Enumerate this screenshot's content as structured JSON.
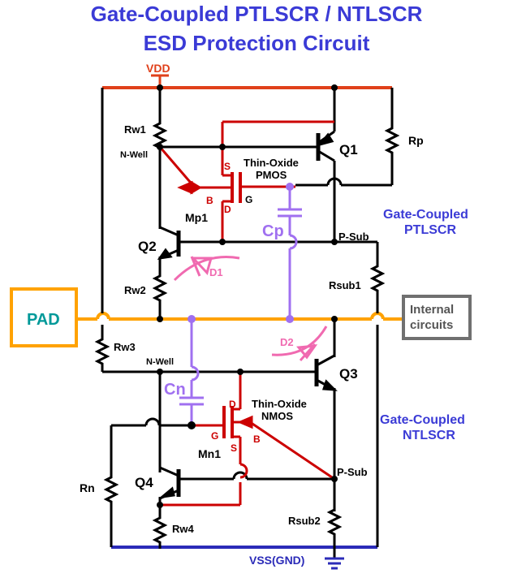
{
  "title": {
    "line1": "Gate-Coupled PTLSCR / NTLSCR",
    "line2": "ESD Protection Circuit"
  },
  "rails": {
    "vdd": "VDD",
    "vss": "VSS(GND)"
  },
  "blocks": {
    "pad": "PAD",
    "internal_line1": "Internal",
    "internal_line2": "circuits"
  },
  "sections": {
    "ptlscr_line1": "Gate-Coupled",
    "ptlscr_line2": "PTLSCR",
    "ntlscr_line1": "Gate-Coupled",
    "ntlscr_line2": "NTLSCR"
  },
  "resistors": {
    "rw1": "Rw1",
    "rw2": "Rw2",
    "rw3": "Rw3",
    "rw4": "Rw4",
    "rp": "Rp",
    "rn": "Rn",
    "rsub1": "Rsub1",
    "rsub2": "Rsub2"
  },
  "transistors": {
    "q1": "Q1",
    "q2": "Q2",
    "q3": "Q3",
    "q4": "Q4",
    "mp1": "Mp1",
    "mn1": "Mn1"
  },
  "nodes": {
    "nwell_top": "N-Well",
    "nwell_bottom": "N-Well",
    "psub_top": "P-Sub",
    "psub_bottom": "P-Sub"
  },
  "capacitors": {
    "cp": "Cp",
    "cn": "Cn"
  },
  "diodes": {
    "d1": "D1",
    "d2": "D2"
  },
  "pmos": {
    "line1": "Thin-Oxide",
    "line2": "PMOS",
    "s": "S",
    "d": "D",
    "g": "G",
    "b": "B"
  },
  "nmos": {
    "line1": "Thin-Oxide",
    "line2": "NMOS",
    "s": "S",
    "d": "D",
    "g": "G",
    "b": "B"
  },
  "colors": {
    "title": "#3b3bd6",
    "vdd": "#e0401a",
    "vss": "#2b2bb8",
    "pad_line": "#ffa200",
    "pad_box": "#ffa200",
    "pad_text": "#009999",
    "internal_box": "#707070",
    "mos": "#cc0000",
    "cap": "#a070f0",
    "diode": "#f06ab0",
    "wire": "#000000"
  }
}
